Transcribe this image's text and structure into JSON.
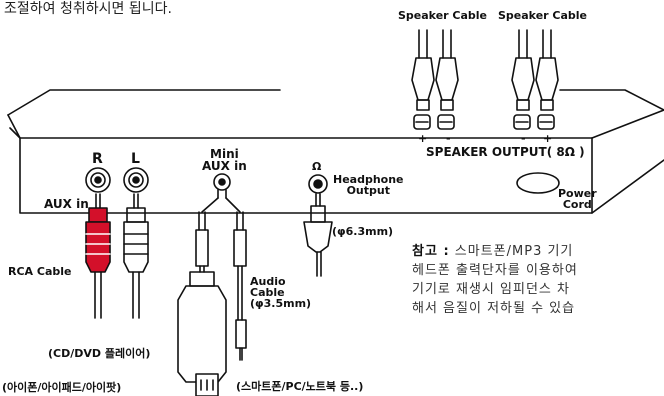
{
  "intro_text": "조절하여 청취하시면 됩니다.",
  "speaker_cable_left": "Speaker Cable",
  "speaker_cable_right": "Speaker Cable",
  "terminal_plus_left": "+",
  "terminal_minus_left": "-",
  "terminal_minus_right": "-",
  "terminal_plus_right": "+",
  "speaker_output": "SPEAKER OUTPUT( 8Ω )",
  "r_label": "R",
  "l_label": "L",
  "mini_aux_in": "Mini\nAUX in",
  "headphone_symbol": "Ω",
  "headphone_output": "Headphone\nOutput",
  "power_cord": "Power\nCord",
  "aux_in": "AUX in",
  "phi63": "(φ6.3mm)",
  "rca_cable": "RCA Cable",
  "audio_cable": "Audio\nCable\n(φ3.5mm)",
  "cd_dvd_player": "(CD/DVD 플레이어)",
  "iphone_ipad_ipod": "(아이폰/아이패드/아이팟)",
  "smartphone_pc": "(스마트폰/PC/노트북 등..)",
  "note": {
    "key": "참고 :",
    "line1": " 스마트폰/MP3 기기",
    "line2": "헤드폰 출력단자를 이용하여",
    "line3": "기기로 재생시 임피던스 차",
    "line4": "해서 음질이 저하될 수 있습"
  },
  "colors": {
    "rca_red": "#d3102a",
    "line": "#111111",
    "background": "#ffffff"
  }
}
